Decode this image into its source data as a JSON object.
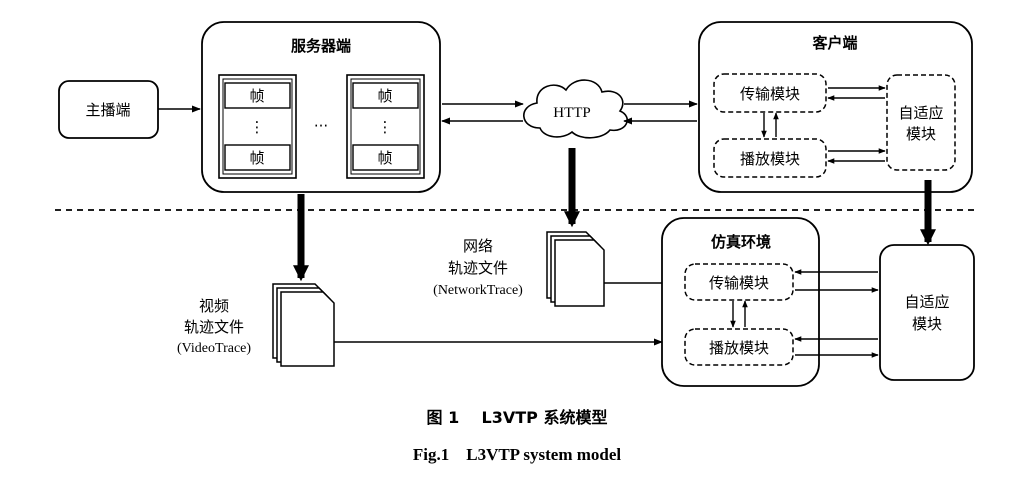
{
  "nodes": {
    "anchor": "主播端",
    "server": "服务器端",
    "frame": "帧",
    "vdots": "⋮",
    "hdots": "···",
    "http": "HTTP",
    "client": "客户端",
    "transfer": "传输模块",
    "playback": "播放模块",
    "adaptive_line1": "自适应",
    "adaptive_line2": "模块",
    "simulation": "仿真环境",
    "network_trace_line1": "网络",
    "network_trace_line2": "轨迹文件",
    "network_trace_line3": "(NetworkTrace)",
    "video_trace_line1": "视频",
    "video_trace_line2": "轨迹文件",
    "video_trace_line3": "(VideoTrace)"
  },
  "caption": {
    "zh": "图 1    L3VTP 系统模型",
    "en": "Fig.1    L3VTP system model"
  }
}
